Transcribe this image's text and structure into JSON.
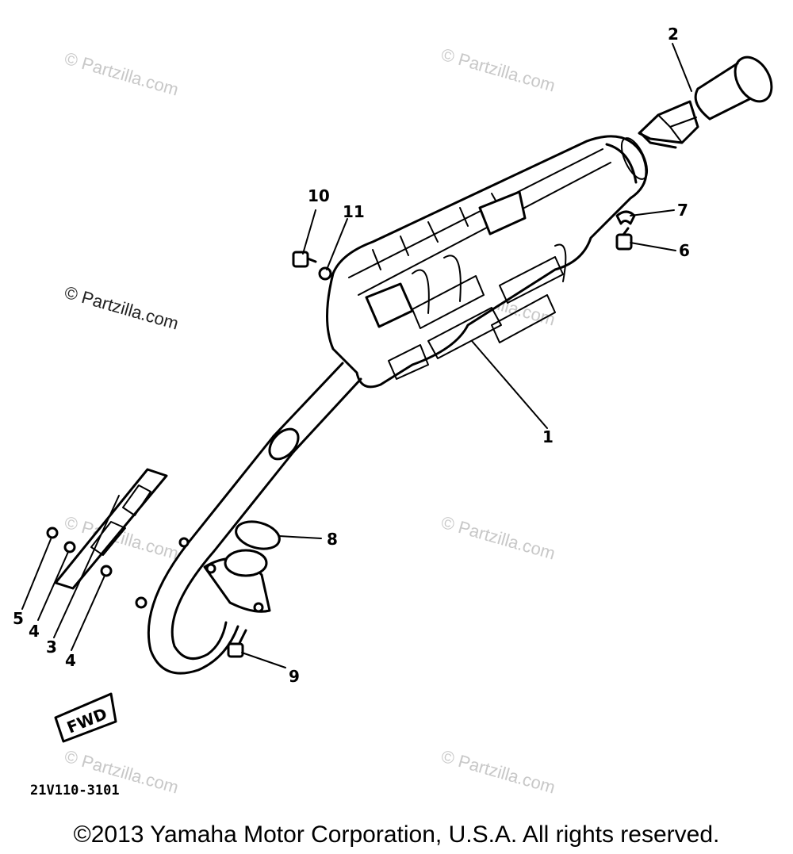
{
  "watermark": "© Partzilla.com",
  "callouts": {
    "c1": "1",
    "c2": "2",
    "c3": "3",
    "c4a": "4",
    "c4b": "4",
    "c5": "5",
    "c6": "6",
    "c7": "7",
    "c8": "8",
    "c9": "9",
    "c10": "10",
    "c11": "11"
  },
  "fwd_label": "FWD",
  "diagram_code": "21V110-3101",
  "copyright": "©2013 Yamaha Motor Corporation, U.S.A. All rights reserved."
}
